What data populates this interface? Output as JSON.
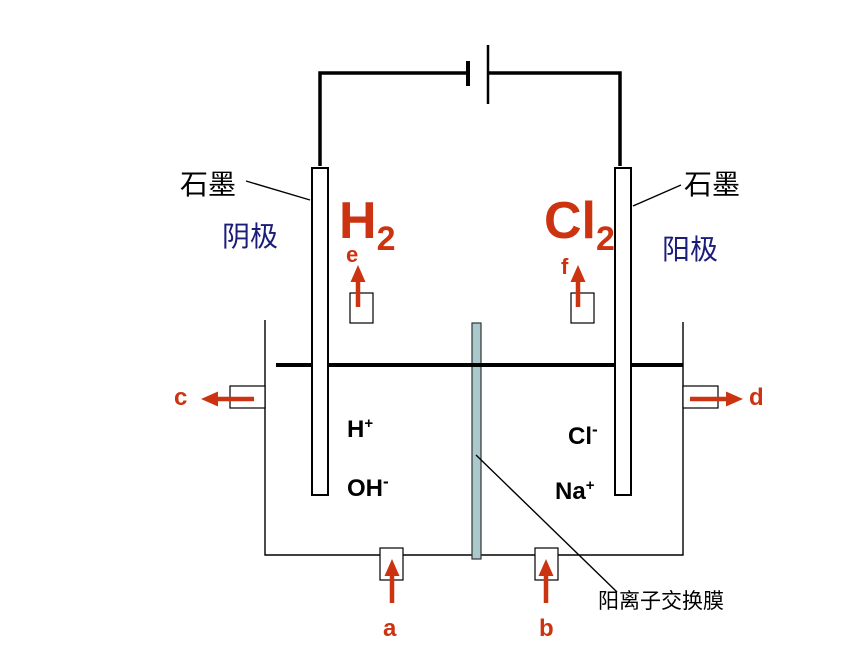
{
  "labels": {
    "left_electrode_material": "石墨",
    "right_electrode_material": "石墨",
    "cathode": "阴极",
    "anode": "阳极",
    "membrane": "阳离子交换膜"
  },
  "gases": {
    "left": {
      "symbol": "H",
      "subscript": "2"
    },
    "right": {
      "symbol": "Cl",
      "subscript": "2"
    }
  },
  "ports": {
    "top_left": "e",
    "top_right": "f",
    "side_left": "c",
    "side_right": "d",
    "bottom_left": "a",
    "bottom_right": "b"
  },
  "ions": {
    "left": [
      {
        "symbol": "H",
        "charge": "+"
      },
      {
        "symbol": "OH",
        "charge": "-"
      }
    ],
    "right": [
      {
        "symbol": "Cl",
        "charge": "-"
      },
      {
        "symbol": "Na",
        "charge": "+"
      }
    ]
  },
  "colors": {
    "accent_red": "#cc3311",
    "label_blue": "#1c1c7a",
    "membrane": "#a9c9cc"
  }
}
